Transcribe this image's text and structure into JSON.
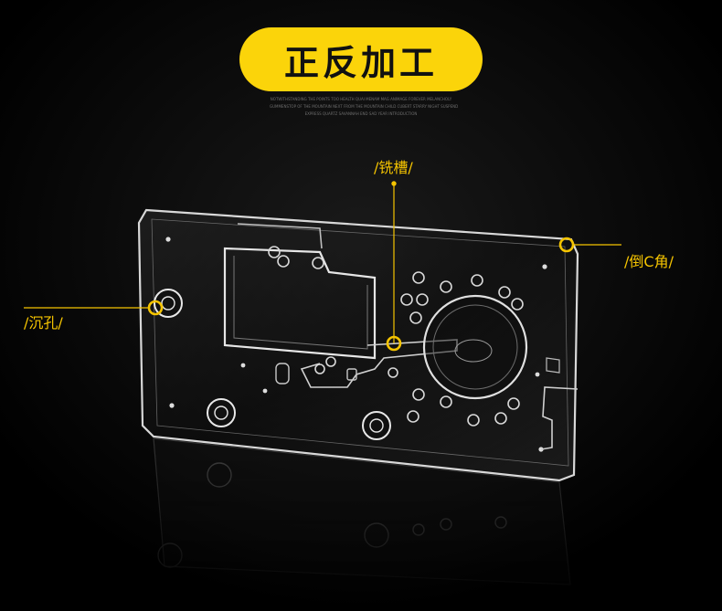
{
  "header": {
    "title": "正反加工"
  },
  "fine_print": [
    "NOTWITHSTANDING THE POINTS TOO HEALTH QUAI MENAM MAG ANIMAGE FOREVER MELANCHOLY",
    "GUMMENSTOP OF THE MOUNTAIN NEXT FROM THE MOUNTAIN CHILD CUBERT STARRY NIGHT SUSPEND",
    "EXPRESS QUARTZ SAVANNAH END SAD YEAR INTRODUCTION"
  ],
  "callouts": {
    "milled_slot": "/铣槽/",
    "chamfer": "/倒C角/",
    "countersunk": "/沉孔/"
  },
  "colors": {
    "accent": "#fbd40a",
    "callout_text": "#f5c400",
    "background": "#000000"
  }
}
